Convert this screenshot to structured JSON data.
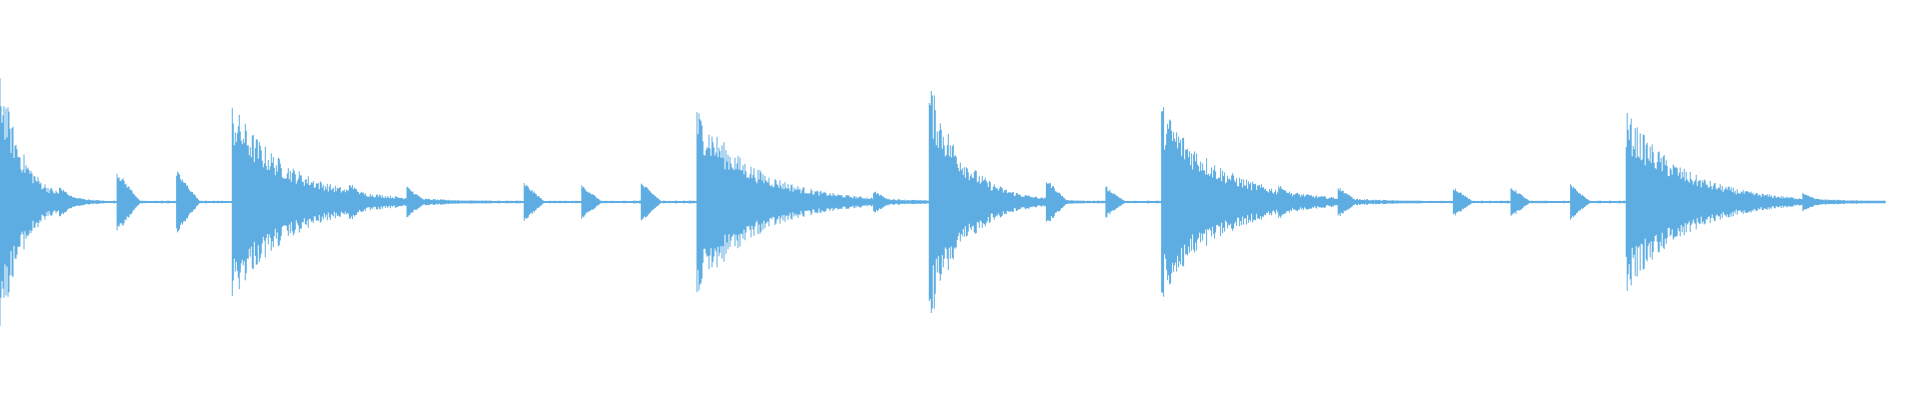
{
  "waveform": {
    "color": "#5dade2",
    "background": "#ffffff",
    "events": [
      {
        "kind": "drum",
        "t": 0.0,
        "amp": 0.68,
        "decay": 0.012
      },
      {
        "kind": "tick",
        "t": 0.031,
        "amp": 0.08
      },
      {
        "kind": "tick",
        "t": 0.061,
        "amp": 0.16
      },
      {
        "kind": "tick",
        "t": 0.092,
        "amp": 0.16
      },
      {
        "kind": "drum",
        "t": 0.121,
        "amp": 0.5,
        "decay": 0.03
      },
      {
        "kind": "tick",
        "t": 0.182,
        "amp": 0.1
      },
      {
        "kind": "tick",
        "t": 0.212,
        "amp": 0.08
      },
      {
        "kind": "tick",
        "t": 0.273,
        "amp": 0.1
      },
      {
        "kind": "tick",
        "t": 0.303,
        "amp": 0.09
      },
      {
        "kind": "tick",
        "t": 0.334,
        "amp": 0.1
      },
      {
        "kind": "drum",
        "t": 0.363,
        "amp": 0.48,
        "decay": 0.03
      },
      {
        "kind": "tick",
        "t": 0.455,
        "amp": 0.06
      },
      {
        "kind": "drum",
        "t": 0.484,
        "amp": 0.62,
        "decay": 0.018
      },
      {
        "kind": "tick",
        "t": 0.515,
        "amp": 0.06
      },
      {
        "kind": "tick",
        "t": 0.545,
        "amp": 0.12
      },
      {
        "kind": "tick",
        "t": 0.576,
        "amp": 0.08
      },
      {
        "kind": "drum",
        "t": 0.605,
        "amp": 0.5,
        "decay": 0.03
      },
      {
        "kind": "tick",
        "t": 0.666,
        "amp": 0.09
      },
      {
        "kind": "tick",
        "t": 0.697,
        "amp": 0.08
      },
      {
        "kind": "tick",
        "t": 0.757,
        "amp": 0.08
      },
      {
        "kind": "tick",
        "t": 0.787,
        "amp": 0.08
      },
      {
        "kind": "tick",
        "t": 0.818,
        "amp": 0.09
      },
      {
        "kind": "drum",
        "t": 0.847,
        "amp": 0.46,
        "decay": 0.03
      },
      {
        "kind": "tick",
        "t": 0.908,
        "amp": 0.03
      },
      {
        "kind": "tick",
        "t": 0.939,
        "amp": 0.05
      }
    ],
    "end_t": 0.965,
    "baseline_amp": 0.006
  }
}
